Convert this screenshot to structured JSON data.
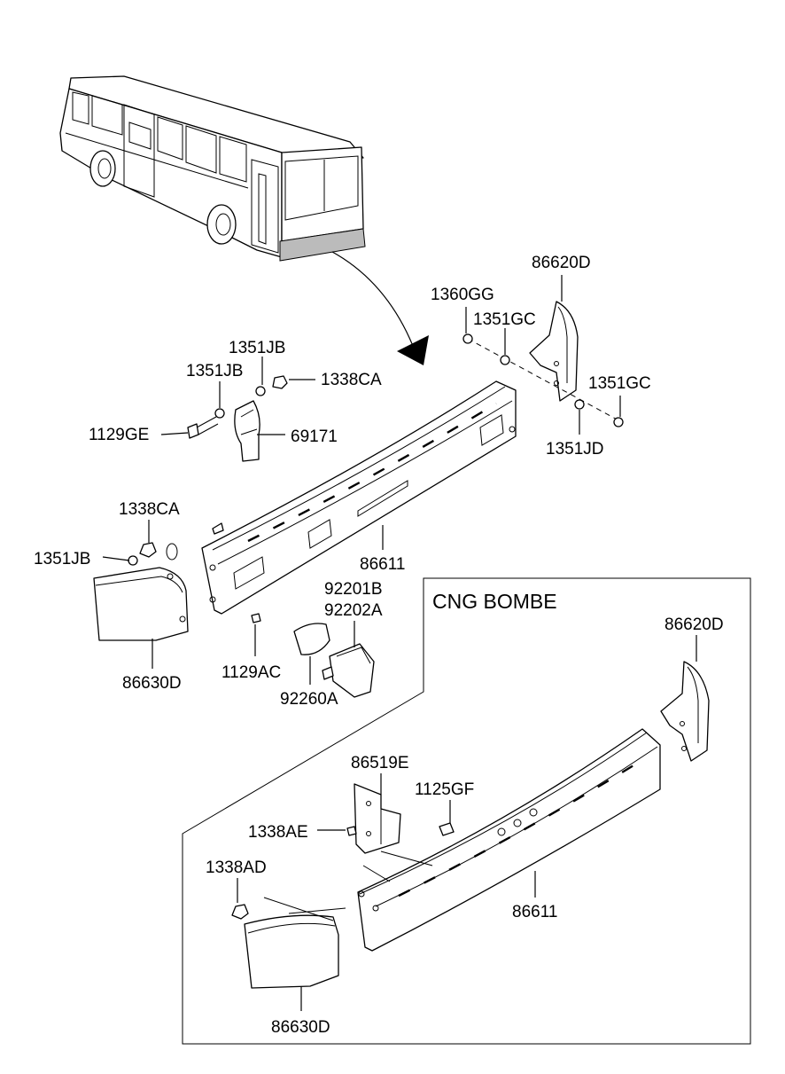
{
  "section_title": "CNG BOMBE",
  "labels": {
    "l_86620D_top": "86620D",
    "l_1360GG": "1360GG",
    "l_1351GC_a": "1351GC",
    "l_1351GC_b": "1351GC",
    "l_1351JD": "1351JD",
    "l_1351JB_a": "1351JB",
    "l_1351JB_b": "1351JB",
    "l_1338CA_a": "1338CA",
    "l_1129GE": "1129GE",
    "l_69171": "69171",
    "l_1338CA_b": "1338CA",
    "l_1351JB_c": "1351JB",
    "l_86611_a": "86611",
    "l_92201B": "92201B",
    "l_92202A": "92202A",
    "l_86630D_a": "86630D",
    "l_1129AC": "1129AC",
    "l_92260A": "92260A",
    "l_86620D_b": "86620D",
    "l_86519E": "86519E",
    "l_1125GF": "1125GF",
    "l_1338AE": "1338AE",
    "l_1338AD": "1338AD",
    "l_86611_b": "86611",
    "l_86630D_b": "86630D"
  }
}
